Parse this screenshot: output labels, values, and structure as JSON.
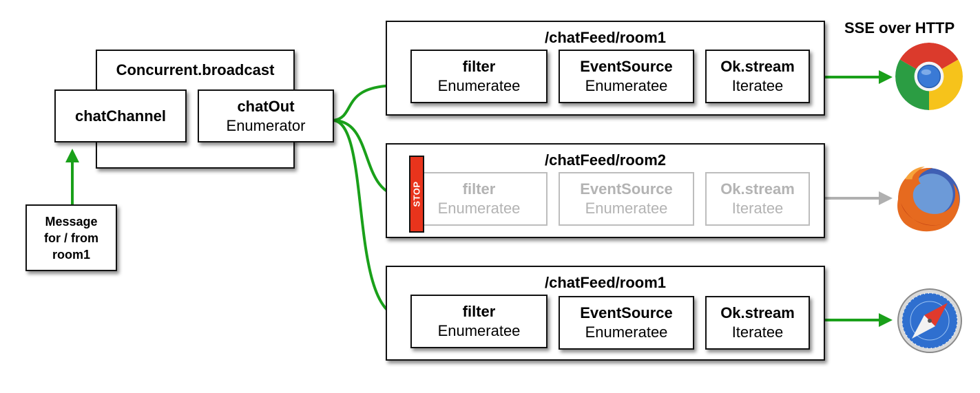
{
  "broadcast": {
    "title": "Concurrent.broadcast",
    "channel_label": "chatChannel",
    "out_label": "chatOut",
    "out_type": "Enumerator"
  },
  "message": {
    "line1": "Message",
    "line2": "for / from",
    "line3": "room1"
  },
  "rooms": [
    {
      "title": "/chatFeed/room1",
      "stages": [
        {
          "name": "filter",
          "type": "Enumeratee"
        },
        {
          "name": "EventSource",
          "type": "Enumeratee"
        },
        {
          "name": "Ok.stream",
          "type": "Iteratee"
        }
      ]
    },
    {
      "title": "/chatFeed/room2",
      "stopped": true,
      "stop_label": "STOP",
      "stages": [
        {
          "name": "filter",
          "type": "Enumeratee"
        },
        {
          "name": "EventSource",
          "type": "Enumeratee"
        },
        {
          "name": "Ok.stream",
          "type": "Iteratee"
        }
      ]
    },
    {
      "title": "/chatFeed/room1",
      "stages": [
        {
          "name": "filter",
          "type": "Enumeratee"
        },
        {
          "name": "EventSource",
          "type": "Enumeratee"
        },
        {
          "name": "Ok.stream",
          "type": "Iteratee"
        }
      ]
    }
  ],
  "sse_title": "SSE over HTTP",
  "browsers": [
    "chrome-icon",
    "firefox-icon",
    "safari-icon"
  ],
  "colors": {
    "active_arrow": "#1aa01a",
    "inactive_arrow": "#b0b0b0",
    "stop": "#e8341c"
  }
}
